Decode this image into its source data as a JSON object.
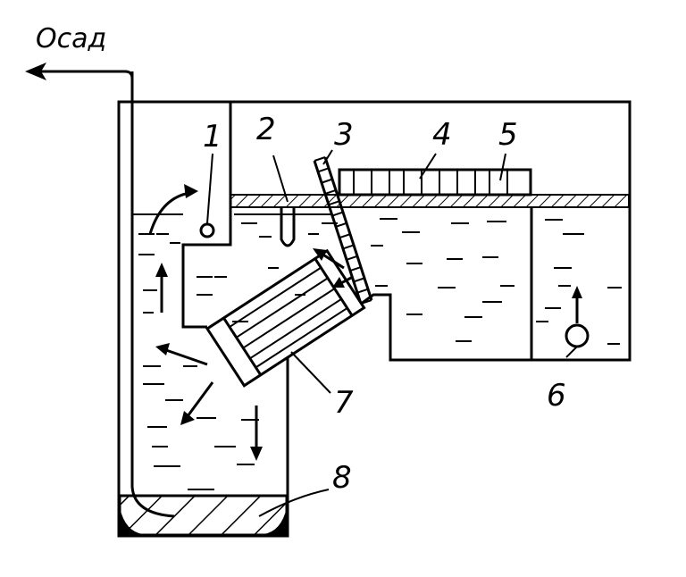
{
  "diagram": {
    "output_label": "Осад",
    "callouts": [
      "1",
      "2",
      "3",
      "4",
      "5",
      "6",
      "7",
      "8"
    ]
  }
}
